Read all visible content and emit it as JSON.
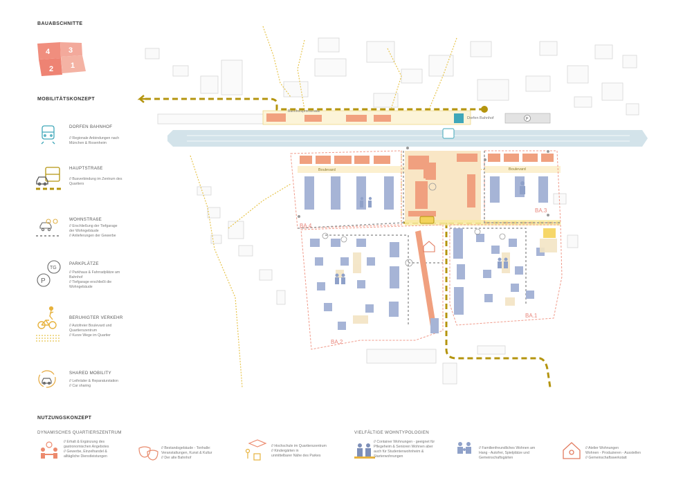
{
  "bauabschnitte": {
    "title": "BAUABSCHNITTE",
    "sections": [
      "4",
      "3",
      "2",
      "1"
    ]
  },
  "mobility": {
    "title": "MOBILITÄTSKONZEPT",
    "items": [
      {
        "title": "DORFEN BAHNHOF",
        "desc": [
          "// Regionale Anbindungen nach",
          "München & Rosenheim"
        ],
        "icon": "train-icon"
      },
      {
        "title": "HAUPTSTRAßE",
        "desc": [
          "// Busverbindung im Zentrum des",
          "Quartiers"
        ],
        "icon": "bus-car-icon"
      },
      {
        "title": "WOHNSTRAßE",
        "desc": [
          "// Erschließung der Tiefgarage",
          "der Wohngebäude",
          "// Anlieferungen der Gewerbe"
        ],
        "icon": "car-bike-icon"
      },
      {
        "title": "PARKPLÄTZE",
        "desc": [
          "// Parkhaus & Fahrradplätze am",
          "Bahnhof",
          "// Tiefgarage erschließt die",
          "Wohngebäude"
        ],
        "icon": "parking-icon"
      },
      {
        "title": "BERUHIGTER VERKEHR",
        "desc": [
          "// Autofreier Boulevard und",
          "Quartierszentrum",
          "// Kurze Wege im Quartier"
        ],
        "icon": "pedestrian-bike-icon"
      },
      {
        "title": "SHARED MOBILITY",
        "desc": [
          "// Leihräder & Reparaturstation",
          "// Car sharing"
        ],
        "icon": "shared-mobility-icon"
      }
    ]
  },
  "usage": {
    "title": "NUTZUNGSKONZEPT",
    "group1": "DYNAMISCHES QUARTIERSZENTRUM",
    "group2": "VIELFÄLTIGE WOHNTYPOLOGIEN",
    "items": [
      {
        "desc": [
          "// Erhalt & Ergänzung des",
          "gastronomischen Angebotes",
          "// Gewerbe, Einzelhandel &",
          "alltägliche Dienstleistungen"
        ],
        "icon": "gastronomy-icon"
      },
      {
        "desc": [
          "// Bestandsgebäude - Tonhalle:",
          "Veranstaltungen, Kunst & Kultur",
          "// Der alte Bahnhof"
        ],
        "icon": "theater-masks-icon"
      },
      {
        "desc": [
          "// Hochschule im Quartierszentrum",
          "// Kindergärten in",
          "unmittelbarer Nähe des Parkes"
        ],
        "icon": "education-icon"
      },
      {
        "desc": [
          "// Container Wohnungen - geeignet für",
          "Pflegeheim & Senioren Wohnen aber",
          "auch für Studentenwohnheim &",
          "Starterwohnungen"
        ],
        "icon": "senior-living-icon"
      },
      {
        "desc": [
          "// Familienfreundliches Wohnen am",
          "Hang - Autofrei, Spielplätze und",
          "Gemeinschaftsgärten"
        ],
        "icon": "family-icon"
      },
      {
        "desc": [
          "// Atelier Wohnungen",
          "Wohnen - Produzieren - Ausstellen",
          "// Gemeinschaftswerkstatt"
        ],
        "icon": "atelier-house-icon"
      }
    ]
  },
  "map": {
    "labels": {
      "bahnhofspromenade": "Bahnhofspromenade",
      "dorfen_bahnhof": "Dorfen Bahnhof",
      "boulevard_w": "Boulevard",
      "boulevard_e": "Boulevard",
      "ba1": "BA.1",
      "ba2": "BA.2",
      "ba3": "BA.3",
      "ba4": "BA.4",
      "parking": "P"
    }
  },
  "colors": {
    "mustard": "#b4940e",
    "yellow": "#f3d35a",
    "salmon": "#ec9a7d",
    "pink_section": "#f1a497",
    "building_blue": "#a6b4d6",
    "track_blue": "#cfe0e8",
    "rail_teal": "#3fa7b9"
  }
}
